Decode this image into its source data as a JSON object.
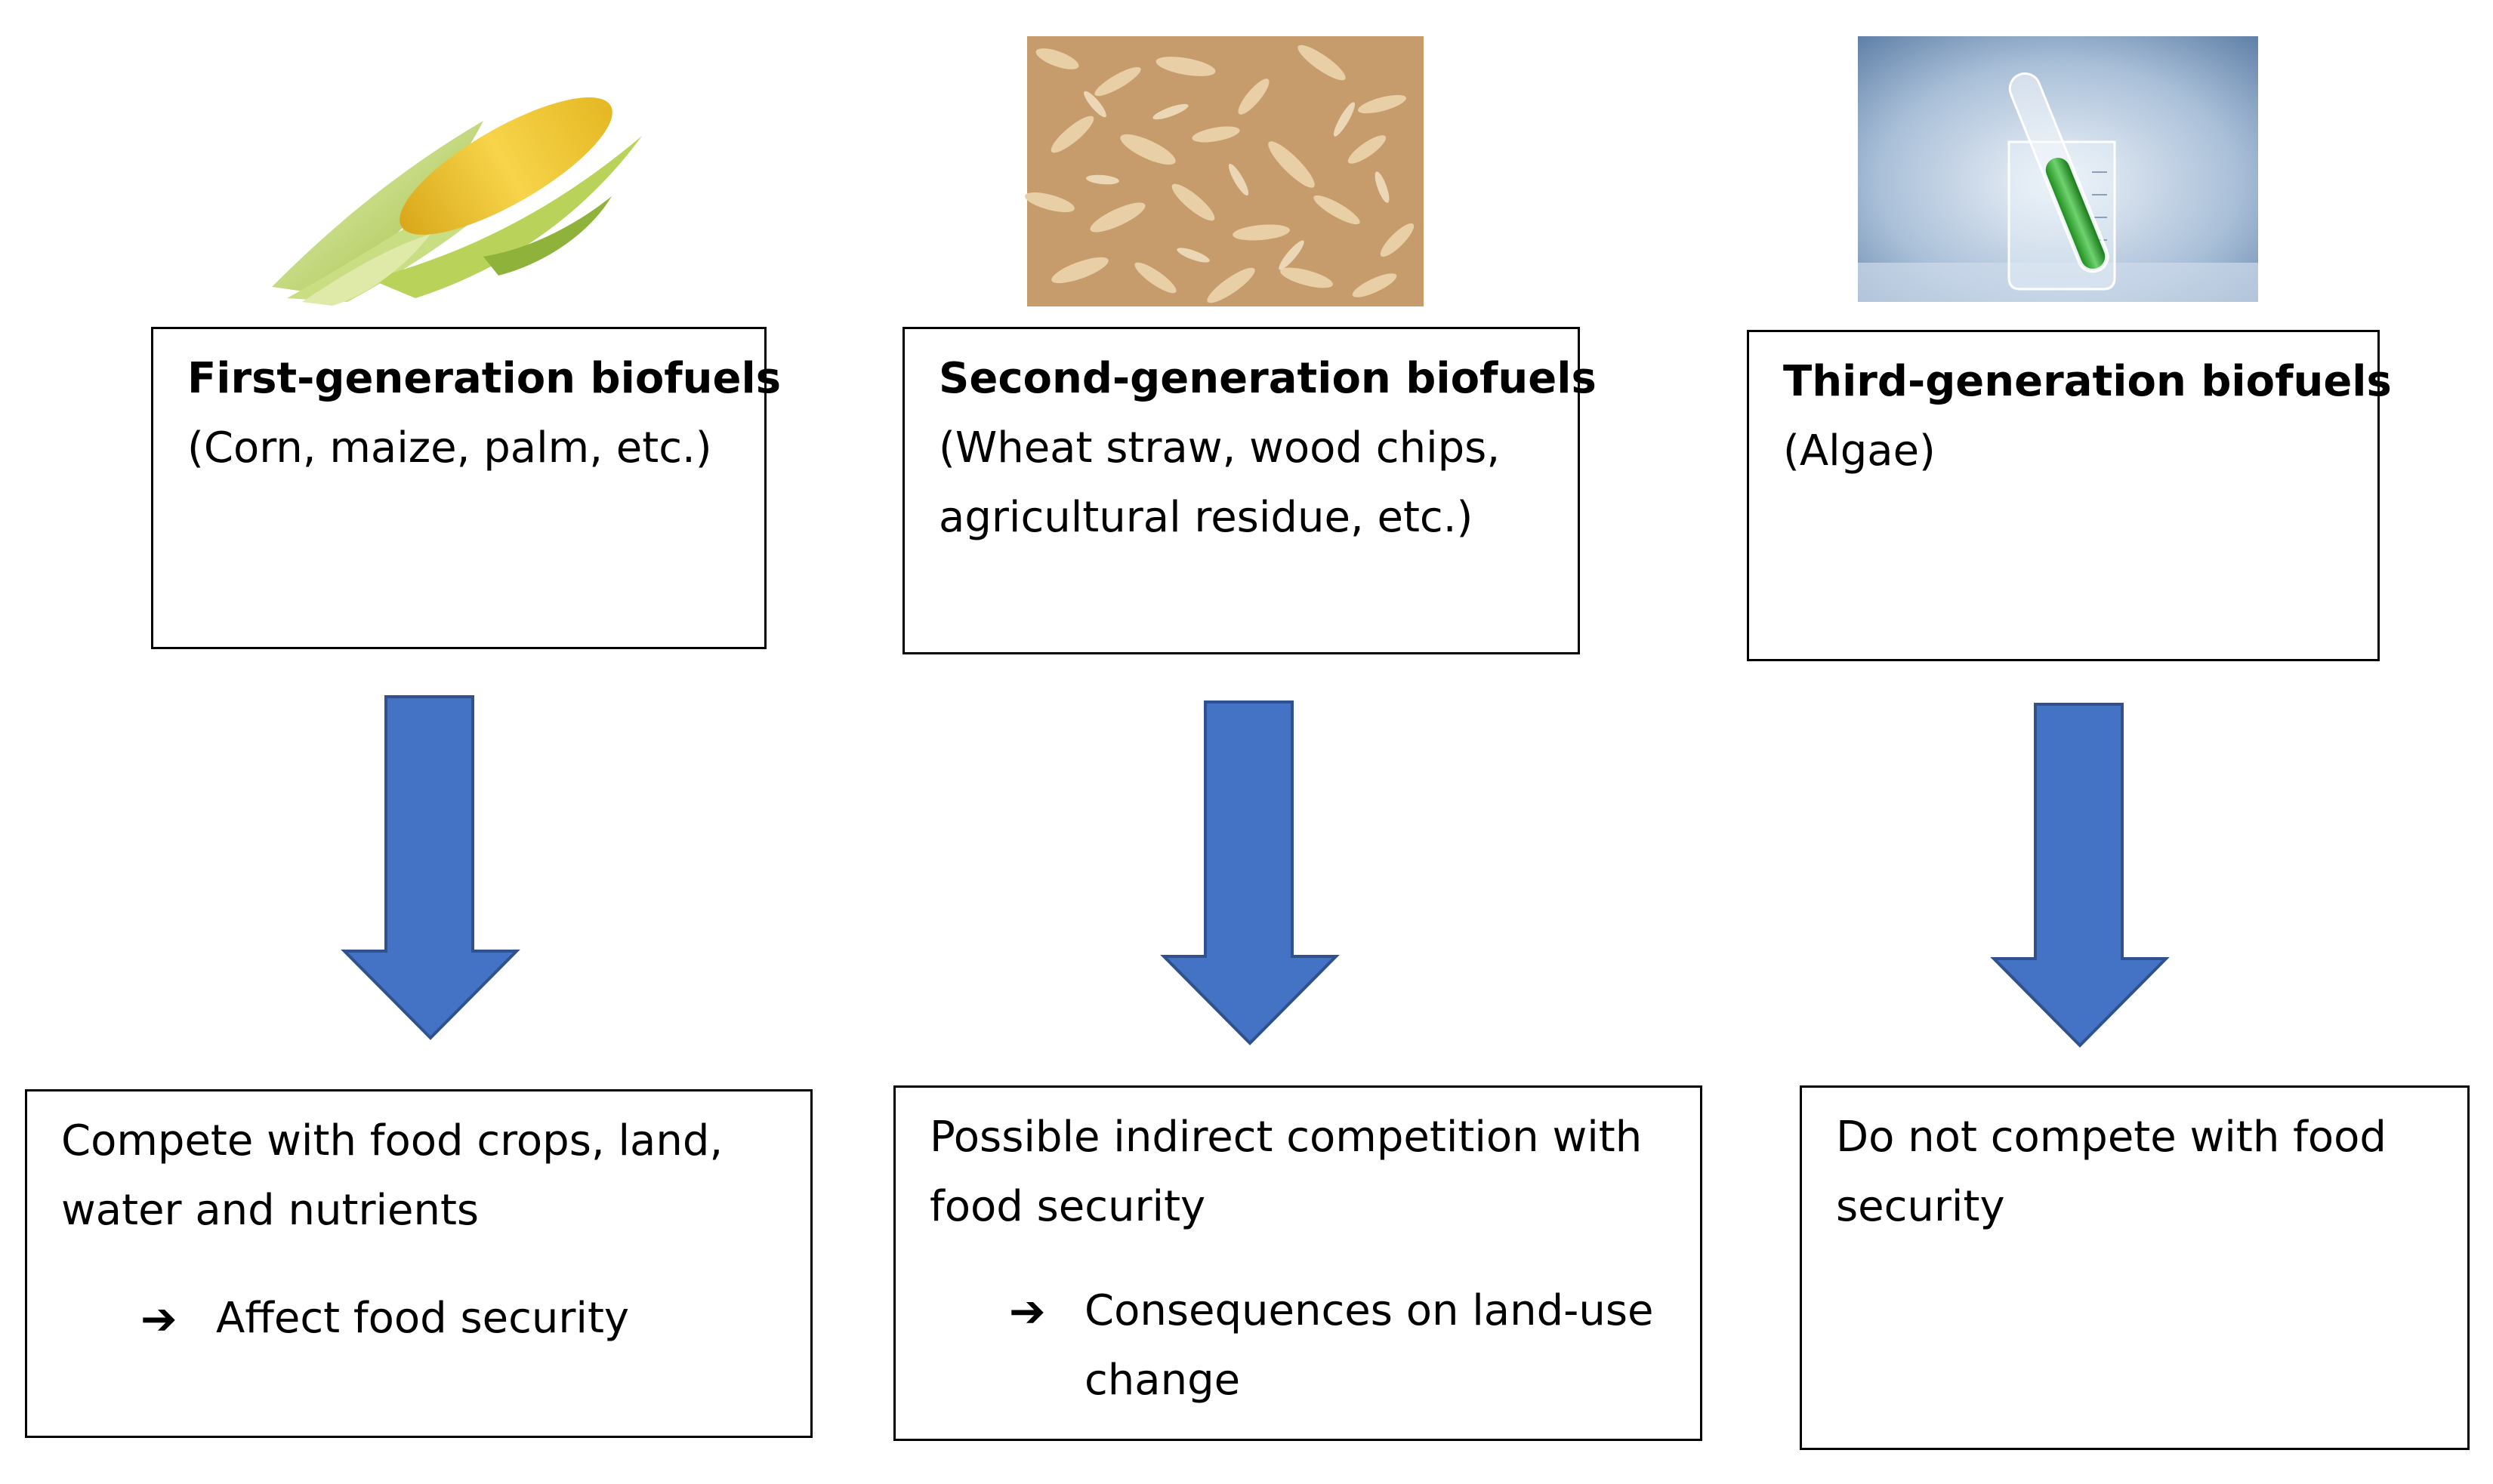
{
  "colors": {
    "arrow_fill": "#4472C4",
    "arrow_stroke": "#2F528F",
    "box_border": "#000000"
  },
  "generations": [
    {
      "image_icon": "corn-cob-icon",
      "title": "First-generation biofuels",
      "examples": "(Corn, maize, palm, etc.)",
      "impact": "Compete with food crops, land, water and nutrients",
      "consequence_arrow": "➔",
      "consequence": "Affect food security"
    },
    {
      "image_icon": "wood-chips-icon",
      "title": "Second-generation biofuels",
      "examples": "(Wheat straw, wood chips, agricultural residue, etc.)",
      "impact": "Possible indirect competition with food security",
      "consequence_arrow": "➔",
      "consequence": "Consequences on land-use change"
    },
    {
      "image_icon": "algae-test-tube-icon",
      "title": "Third-generation biofuels",
      "examples": "(Algae)",
      "impact": "Do not compete with food security"
    }
  ]
}
